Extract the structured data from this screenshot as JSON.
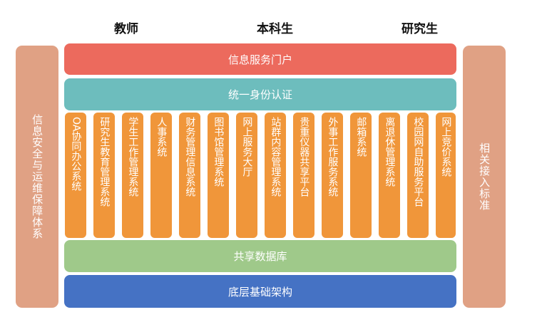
{
  "roles": [
    "教师",
    "本科生",
    "研究生"
  ],
  "left_pillar": "信息安全与运维保障体系",
  "right_pillar": "相关接入标准",
  "portal": "信息服务门户",
  "auth": "统一身份认证",
  "modules": [
    "OA协同办公系统",
    "研究生教育管理系统",
    "学生工作管理系统",
    "人事系统",
    "财务管理信息系统",
    "图书馆管理系统",
    "网上服务大厅",
    "站群内容管理系统",
    "贵重仪器共享平台",
    "外事工作服务系统",
    "邮箱系统",
    "离退休管理系统",
    "校园网自助服务平台",
    "网上竞价系统"
  ],
  "database": "共享数据库",
  "infrastructure": "底层基础架构",
  "colors": {
    "pillar": "#e0a184",
    "portal": "#ec6a5d",
    "auth": "#6dbdbd",
    "module": "#f0963a",
    "database": "#9fc98a",
    "infrastructure": "#4572c4"
  }
}
